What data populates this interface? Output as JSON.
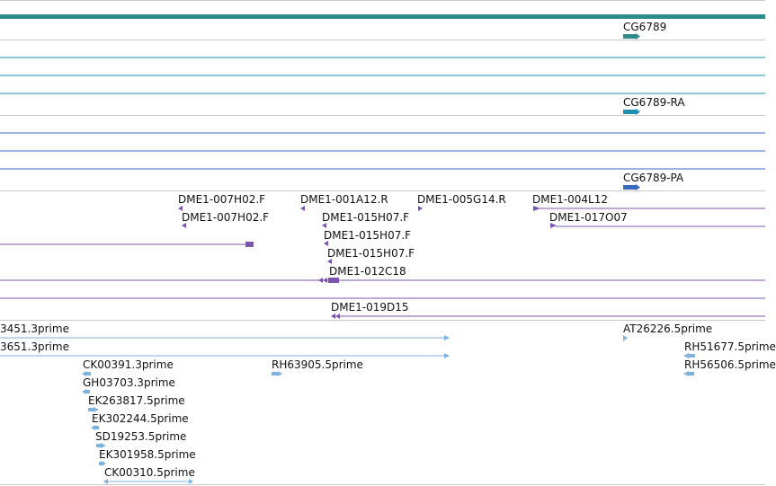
{
  "colors": {
    "gene": "#2e8b8b",
    "transcript": "#1a8fb0",
    "protein": "#3a6ac0",
    "clone": "#7b55b0",
    "est": "#7fb2dd",
    "separator": "#c8c8c8"
  },
  "icons": {
    "feature_block": "rect-block",
    "arrow_right": "triangle-right",
    "arrow_left": "triangle-left",
    "arrow_down": "triangle-down"
  },
  "tracks": {
    "gene": {
      "features": [
        {
          "label": "CG6789"
        }
      ]
    },
    "transcript": {
      "features": [
        {
          "label": "CG6789-RA"
        }
      ]
    },
    "protein": {
      "features": [
        {
          "label": "CG6789-PA"
        }
      ]
    },
    "clones": {
      "features": [
        {
          "label": "DME1-007H02.F"
        },
        {
          "label": "DME1-001A12.R"
        },
        {
          "label": "DME1-005G14.R"
        },
        {
          "label": "DME1-004L12"
        },
        {
          "label": "DME1-007H02.F"
        },
        {
          "label": "DME1-015H07.F"
        },
        {
          "label": "DME1-017O07"
        },
        {
          "label": "DME1-015H07.F"
        },
        {
          "label": "DME1-015H07.F"
        },
        {
          "label": "DME1-012C18"
        },
        {
          "label": "DME1-019D15"
        }
      ]
    },
    "ests": {
      "features": [
        {
          "label": "3451.3prime"
        },
        {
          "label": "AT26226.5prime"
        },
        {
          "label": "3651.3prime"
        },
        {
          "label": "RH51677.5prime"
        },
        {
          "label": "CK00391.3prime"
        },
        {
          "label": "RH63905.5prime"
        },
        {
          "label": "RH56506.5prime"
        },
        {
          "label": "GH03703.3prime"
        },
        {
          "label": "EK263817.5prime"
        },
        {
          "label": "EK302244.5prime"
        },
        {
          "label": "SD19253.5prime"
        },
        {
          "label": "EK301958.5prime"
        },
        {
          "label": "CK00310.5prime"
        }
      ]
    }
  }
}
